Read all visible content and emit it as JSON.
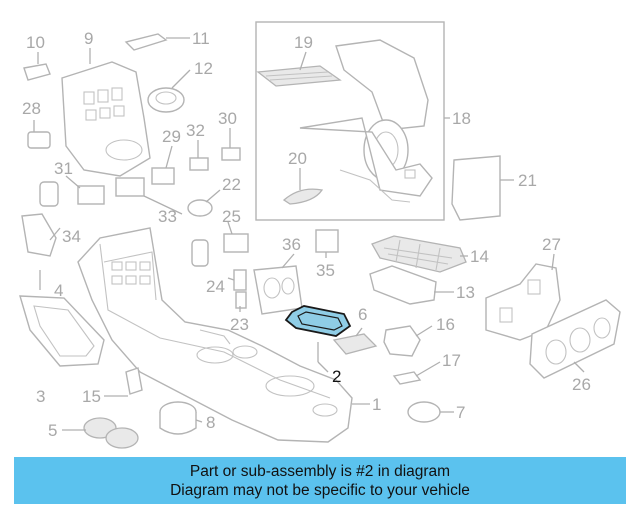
{
  "diagram": {
    "callouts": [
      "1",
      "2",
      "3",
      "4",
      "5",
      "6",
      "7",
      "8",
      "9",
      "10",
      "11",
      "12",
      "13",
      "14",
      "15",
      "16",
      "17",
      "18",
      "19",
      "20",
      "21",
      "22",
      "23",
      "24",
      "25",
      "26",
      "27",
      "28",
      "29",
      "30",
      "31",
      "32",
      "33",
      "34",
      "35",
      "36"
    ],
    "highlighted_part": "2",
    "colors": {
      "accent": "#5bc2ee",
      "highlight_fill": "#8fcde6",
      "line_gray": "#b4b4b4"
    }
  },
  "caption": {
    "line1": "Part or sub-assembly is #2 in diagram",
    "line2": "Diagram may not be specific to your vehicle"
  }
}
